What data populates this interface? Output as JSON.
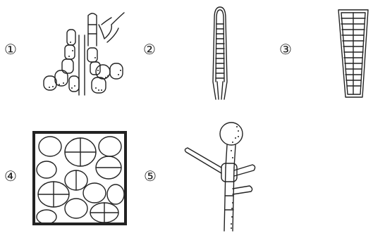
{
  "figures": [
    {
      "id": "1",
      "label": "①",
      "icon": "branched-filament-drawing"
    },
    {
      "id": "2",
      "label": "②",
      "icon": "narrow-filament-drawing"
    },
    {
      "id": "3",
      "label": "③",
      "icon": "tapered-filament-drawing"
    },
    {
      "id": "4",
      "label": "④",
      "icon": "cell-cluster-grid-drawing"
    },
    {
      "id": "5",
      "label": "⑤",
      "icon": "sporangium-filament-drawing"
    }
  ],
  "colors": {
    "ink": "#222222",
    "background": "#ffffff"
  }
}
